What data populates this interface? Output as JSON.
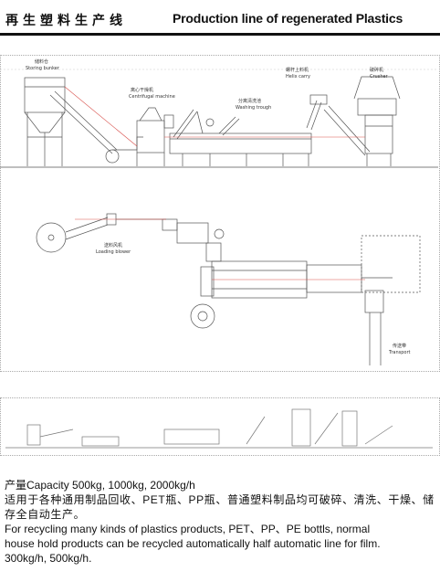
{
  "header": {
    "title_cn": "再生塑料生产线",
    "title_en": "Production line of regenerated Plastics"
  },
  "plan_labels": {
    "storing_bunker_cn": "储料仓",
    "storing_bunker_en": "Storing bunker",
    "centrifugal_cn": "离心干燥机",
    "centrifugal_en": "Centrifugal machine",
    "washing_cn": "分离清洗池",
    "washing_en": "Washing trough",
    "helix_cn": "螺杆上料机",
    "helix_en": "Helix carry",
    "crusher_cn": "破碎机",
    "crusher_en": "Crusher",
    "blower_cn": "送料风机",
    "blower_en": "Loading blower",
    "transport_cn": "传送带",
    "transport_en": "Transport"
  },
  "description": {
    "line1": "产量Capacity 500kg, 1000kg, 2000kg/h",
    "line2": "适用于各种通用制品回收、PET瓶、PP瓶、普通塑料制品均可破碎、清洗、干燥、储",
    "line3": "存全自动生产。",
    "line4": "For recycling many kinds of plastics products, PET、PP、PE bottls, normal",
    "line5": "house hold products can be recycled automatically half automatic line for film.",
    "line6": "300kg/h, 500kg/h."
  }
}
